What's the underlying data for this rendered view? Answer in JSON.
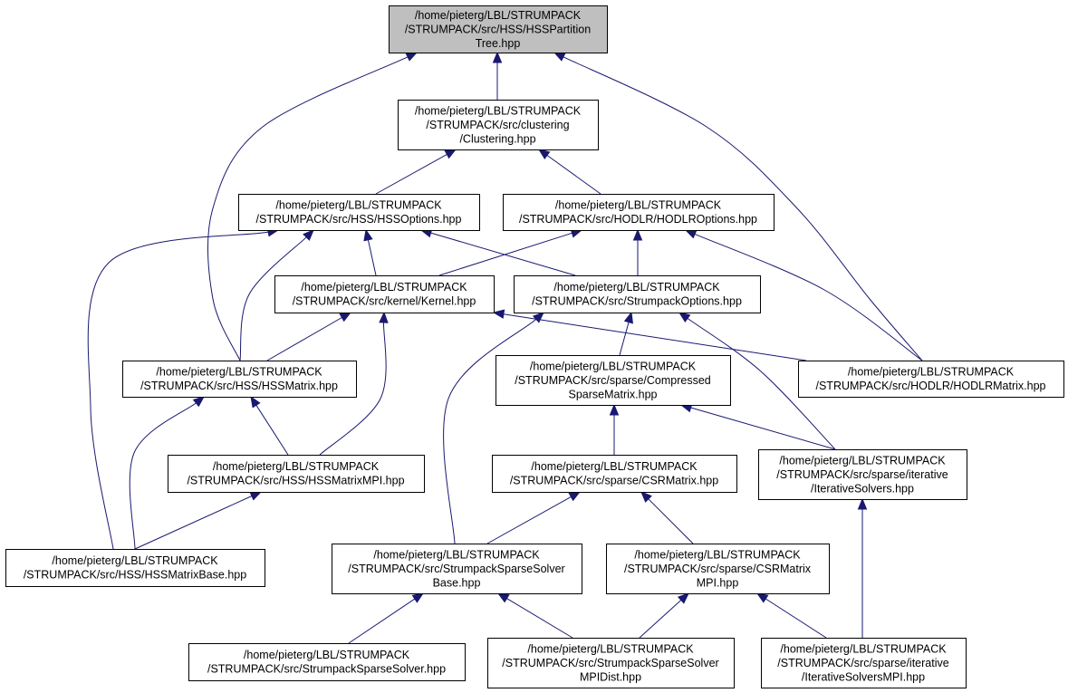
{
  "diagram": {
    "nodes": [
      {
        "id": "hss_partition_tree",
        "lines": [
          "/home/pieterg/LBL/STRUMPACK",
          "/STRUMPACK/src/HSS/HSSPartition",
          "Tree.hpp"
        ],
        "highlight": true
      },
      {
        "id": "clustering",
        "lines": [
          "/home/pieterg/LBL/STRUMPACK",
          "/STRUMPACK/src/clustering",
          "/Clustering.hpp"
        ]
      },
      {
        "id": "hss_options",
        "lines": [
          "/home/pieterg/LBL/STRUMPACK",
          "/STRUMPACK/src/HSS/HSSOptions.hpp"
        ]
      },
      {
        "id": "hodlr_options",
        "lines": [
          "/home/pieterg/LBL/STRUMPACK",
          "/STRUMPACK/src/HODLR/HODLROptions.hpp"
        ]
      },
      {
        "id": "kernel",
        "lines": [
          "/home/pieterg/LBL/STRUMPACK",
          "/STRUMPACK/src/kernel/Kernel.hpp"
        ]
      },
      {
        "id": "strumpack_options",
        "lines": [
          "/home/pieterg/LBL/STRUMPACK",
          "/STRUMPACK/src/StrumpackOptions.hpp"
        ]
      },
      {
        "id": "hss_matrix",
        "lines": [
          "/home/pieterg/LBL/STRUMPACK",
          "/STRUMPACK/src/HSS/HSSMatrix.hpp"
        ]
      },
      {
        "id": "compressed_sparse_matrix",
        "lines": [
          "/home/pieterg/LBL/STRUMPACK",
          "/STRUMPACK/src/sparse/Compressed",
          "SparseMatrix.hpp"
        ]
      },
      {
        "id": "hodlr_matrix",
        "lines": [
          "/home/pieterg/LBL/STRUMPACK",
          "/STRUMPACK/src/HODLR/HODLRMatrix.hpp"
        ]
      },
      {
        "id": "hss_matrix_mpi",
        "lines": [
          "/home/pieterg/LBL/STRUMPACK",
          "/STRUMPACK/src/HSS/HSSMatrixMPI.hpp"
        ]
      },
      {
        "id": "csr_matrix",
        "lines": [
          "/home/pieterg/LBL/STRUMPACK",
          "/STRUMPACK/src/sparse/CSRMatrix.hpp"
        ]
      },
      {
        "id": "iterative_solvers",
        "lines": [
          "/home/pieterg/LBL/STRUMPACK",
          "/STRUMPACK/src/sparse/iterative",
          "/IterativeSolvers.hpp"
        ]
      },
      {
        "id": "hss_matrix_base",
        "lines": [
          "/home/pieterg/LBL/STRUMPACK",
          "/STRUMPACK/src/HSS/HSSMatrixBase.hpp"
        ]
      },
      {
        "id": "sparse_solver_base",
        "lines": [
          "/home/pieterg/LBL/STRUMPACK",
          "/STRUMPACK/src/StrumpackSparseSolver",
          "Base.hpp"
        ]
      },
      {
        "id": "csr_matrix_mpi",
        "lines": [
          "/home/pieterg/LBL/STRUMPACK",
          "/STRUMPACK/src/sparse/CSRMatrix",
          "MPI.hpp"
        ]
      },
      {
        "id": "sparse_solver",
        "lines": [
          "/home/pieterg/LBL/STRUMPACK",
          "/STRUMPACK/src/StrumpackSparseSolver.hpp"
        ]
      },
      {
        "id": "sparse_solver_mpi_dist",
        "lines": [
          "/home/pieterg/LBL/STRUMPACK",
          "/STRUMPACK/src/StrumpackSparseSolver",
          "MPIDist.hpp"
        ]
      },
      {
        "id": "iterative_solvers_mpi",
        "lines": [
          "/home/pieterg/LBL/STRUMPACK",
          "/STRUMPACK/src/sparse/iterative",
          "/IterativeSolversMPI.hpp"
        ]
      }
    ],
    "edges": [
      {
        "from": "clustering",
        "to": "hss_partition_tree"
      },
      {
        "from": "hss_matrix",
        "to": "hss_partition_tree"
      },
      {
        "from": "hodlr_matrix",
        "to": "hss_partition_tree"
      },
      {
        "from": "hss_options",
        "to": "clustering"
      },
      {
        "from": "hodlr_options",
        "to": "clustering"
      },
      {
        "from": "hss_matrix",
        "to": "hss_options"
      },
      {
        "from": "kernel",
        "to": "hss_options"
      },
      {
        "from": "strumpack_options",
        "to": "hss_options"
      },
      {
        "from": "hss_matrix_base",
        "to": "hss_options"
      },
      {
        "from": "kernel",
        "to": "hodlr_options"
      },
      {
        "from": "strumpack_options",
        "to": "hodlr_options"
      },
      {
        "from": "hodlr_matrix",
        "to": "hodlr_options"
      },
      {
        "from": "hss_matrix",
        "to": "kernel"
      },
      {
        "from": "hss_matrix_mpi",
        "to": "kernel"
      },
      {
        "from": "hodlr_matrix",
        "to": "kernel"
      },
      {
        "from": "compressed_sparse_matrix",
        "to": "strumpack_options"
      },
      {
        "from": "sparse_solver_base",
        "to": "strumpack_options"
      },
      {
        "from": "iterative_solvers",
        "to": "strumpack_options"
      },
      {
        "from": "hss_matrix_mpi",
        "to": "hss_matrix"
      },
      {
        "from": "hss_matrix_base",
        "to": "hss_matrix"
      },
      {
        "from": "csr_matrix",
        "to": "compressed_sparse_matrix"
      },
      {
        "from": "iterative_solvers",
        "to": "compressed_sparse_matrix"
      },
      {
        "from": "hss_matrix_base",
        "to": "hss_matrix_mpi"
      },
      {
        "from": "sparse_solver_base",
        "to": "csr_matrix"
      },
      {
        "from": "csr_matrix_mpi",
        "to": "csr_matrix"
      },
      {
        "from": "iterative_solvers_mpi",
        "to": "iterative_solvers"
      },
      {
        "from": "sparse_solver",
        "to": "sparse_solver_base"
      },
      {
        "from": "sparse_solver_mpi_dist",
        "to": "sparse_solver_base"
      },
      {
        "from": "sparse_solver_mpi_dist",
        "to": "csr_matrix_mpi"
      },
      {
        "from": "iterative_solvers_mpi",
        "to": "csr_matrix_mpi"
      }
    ],
    "colors": {
      "edge": "#191970",
      "node_border": "#000000",
      "highlight_fill": "#bfbfbf"
    }
  }
}
